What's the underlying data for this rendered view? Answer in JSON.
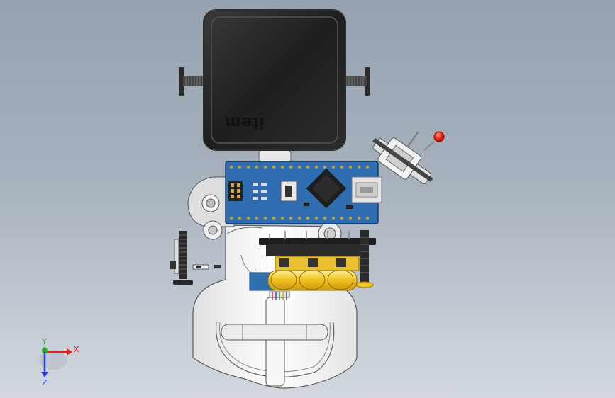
{
  "scene": {
    "brand_mark": "item"
  },
  "triad": {
    "x_label": "X",
    "y_label": "Y",
    "z_label": "Z",
    "x_color": "#e02020",
    "y_color": "#20b020",
    "z_color": "#2040e0"
  },
  "colors": {
    "case_black": "#1c1c1c",
    "board_blue": "#2f6fb0",
    "led_red": "#ff2b1a",
    "brass": "#f2c320",
    "body_white": "#f4f4f4"
  }
}
